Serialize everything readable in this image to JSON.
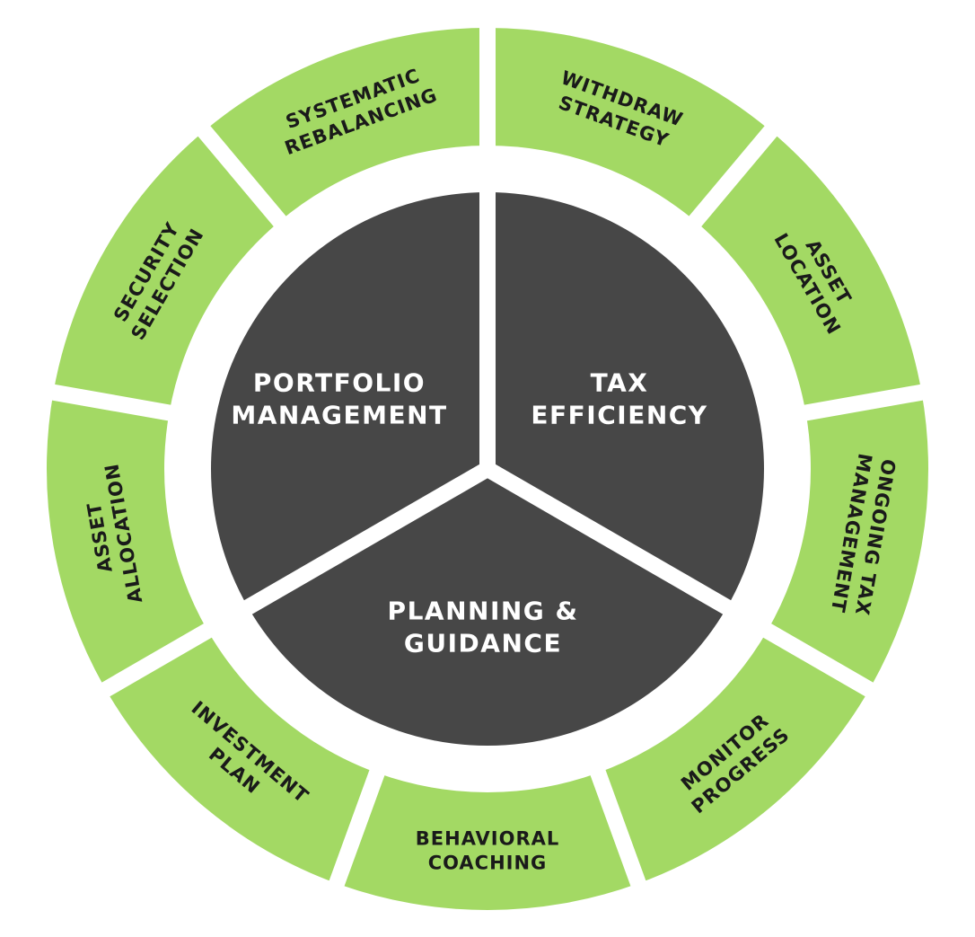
{
  "colors": {
    "outer": "#a3d964",
    "inner": "#474747",
    "gap": "#ffffff",
    "outer_text": "#1a1a1a",
    "inner_text": "#ffffff"
  },
  "core_segments": [
    {
      "lines": [
        "TAX",
        "EFFICIENCY"
      ]
    },
    {
      "lines": [
        "PLANNING &",
        "GUIDANCE"
      ]
    },
    {
      "lines": [
        "PORTFOLIO",
        "MANAGEMENT"
      ]
    }
  ],
  "ring_segments": [
    {
      "lines": [
        "WITHDRAW",
        "STRATEGY"
      ]
    },
    {
      "lines": [
        "ASSET",
        "LOCATION"
      ]
    },
    {
      "lines": [
        "ONGOING TAX",
        "MANAGEMENT"
      ]
    },
    {
      "lines": [
        "MONITOR",
        "PROGRESS"
      ]
    },
    {
      "lines": [
        "BEHAVIORAL",
        "COACHING"
      ]
    },
    {
      "lines": [
        "INVESTMENT",
        "PLAN"
      ]
    },
    {
      "lines": [
        "ASSET",
        "ALLOCATION"
      ]
    },
    {
      "lines": [
        "SECURITY",
        "SELECTION"
      ]
    },
    {
      "lines": [
        "SYSTEMATIC",
        "REBALANCING"
      ]
    }
  ]
}
